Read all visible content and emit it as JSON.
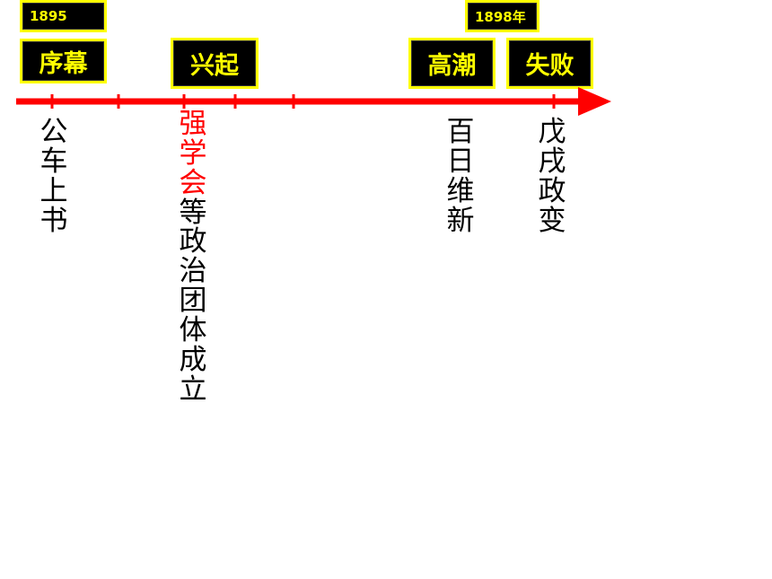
{
  "years": {
    "start": "1895",
    "end": "1898年"
  },
  "stages": {
    "prelude": "序幕",
    "rise": "兴起",
    "climax": "高潮",
    "failure": "失败"
  },
  "events": {
    "prelude_chars": [
      "公",
      "车",
      "上",
      "书"
    ],
    "rise_highlight_chars": [
      "强",
      "学",
      "会"
    ],
    "rise_rest_chars": [
      "等",
      "政",
      "治",
      "团",
      "体",
      "成",
      "立"
    ],
    "climax_chars": [
      "百",
      "日",
      "维",
      "新"
    ],
    "failure_chars": [
      "戊",
      "戌",
      "政",
      "变"
    ]
  },
  "colors": {
    "box_fill": "#000000",
    "box_border_and_text": "#ffff00",
    "arrow": "#ff0000",
    "highlight_text": "#ff0000"
  }
}
